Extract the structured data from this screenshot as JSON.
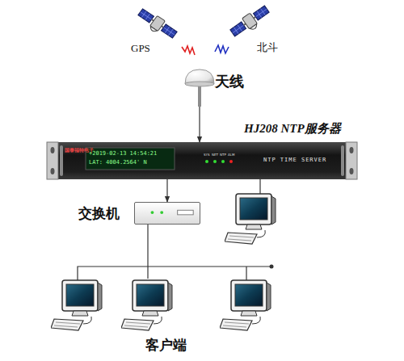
{
  "diagram": {
    "nodes": [
      {
        "text": [
          "GPS"
        ]
      },
      {
        "text": [
          "北斗"
        ]
      },
      {
        "text": [
          "天线"
        ]
      },
      {
        "text": [
          "HJ208 NTP服务器",
          "国泰福特电子",
          "+2019-02-13 14:54:21",
          "LAT: 4004.2564' N",
          "SYS",
          "NET",
          "NTP",
          "ALM",
          "NTP TIME SERVER"
        ]
      },
      {
        "text": [
          "交换机"
        ]
      },
      {
        "text": [
          "客户端"
        ]
      }
    ],
    "edges": [
      {
        "from": 2,
        "to": 3,
        "arrow": "to"
      },
      {
        "from": 3,
        "to": 4,
        "arrow": "to"
      },
      {
        "from": 4,
        "to": 5,
        "arrow": "none"
      }
    ]
  }
}
